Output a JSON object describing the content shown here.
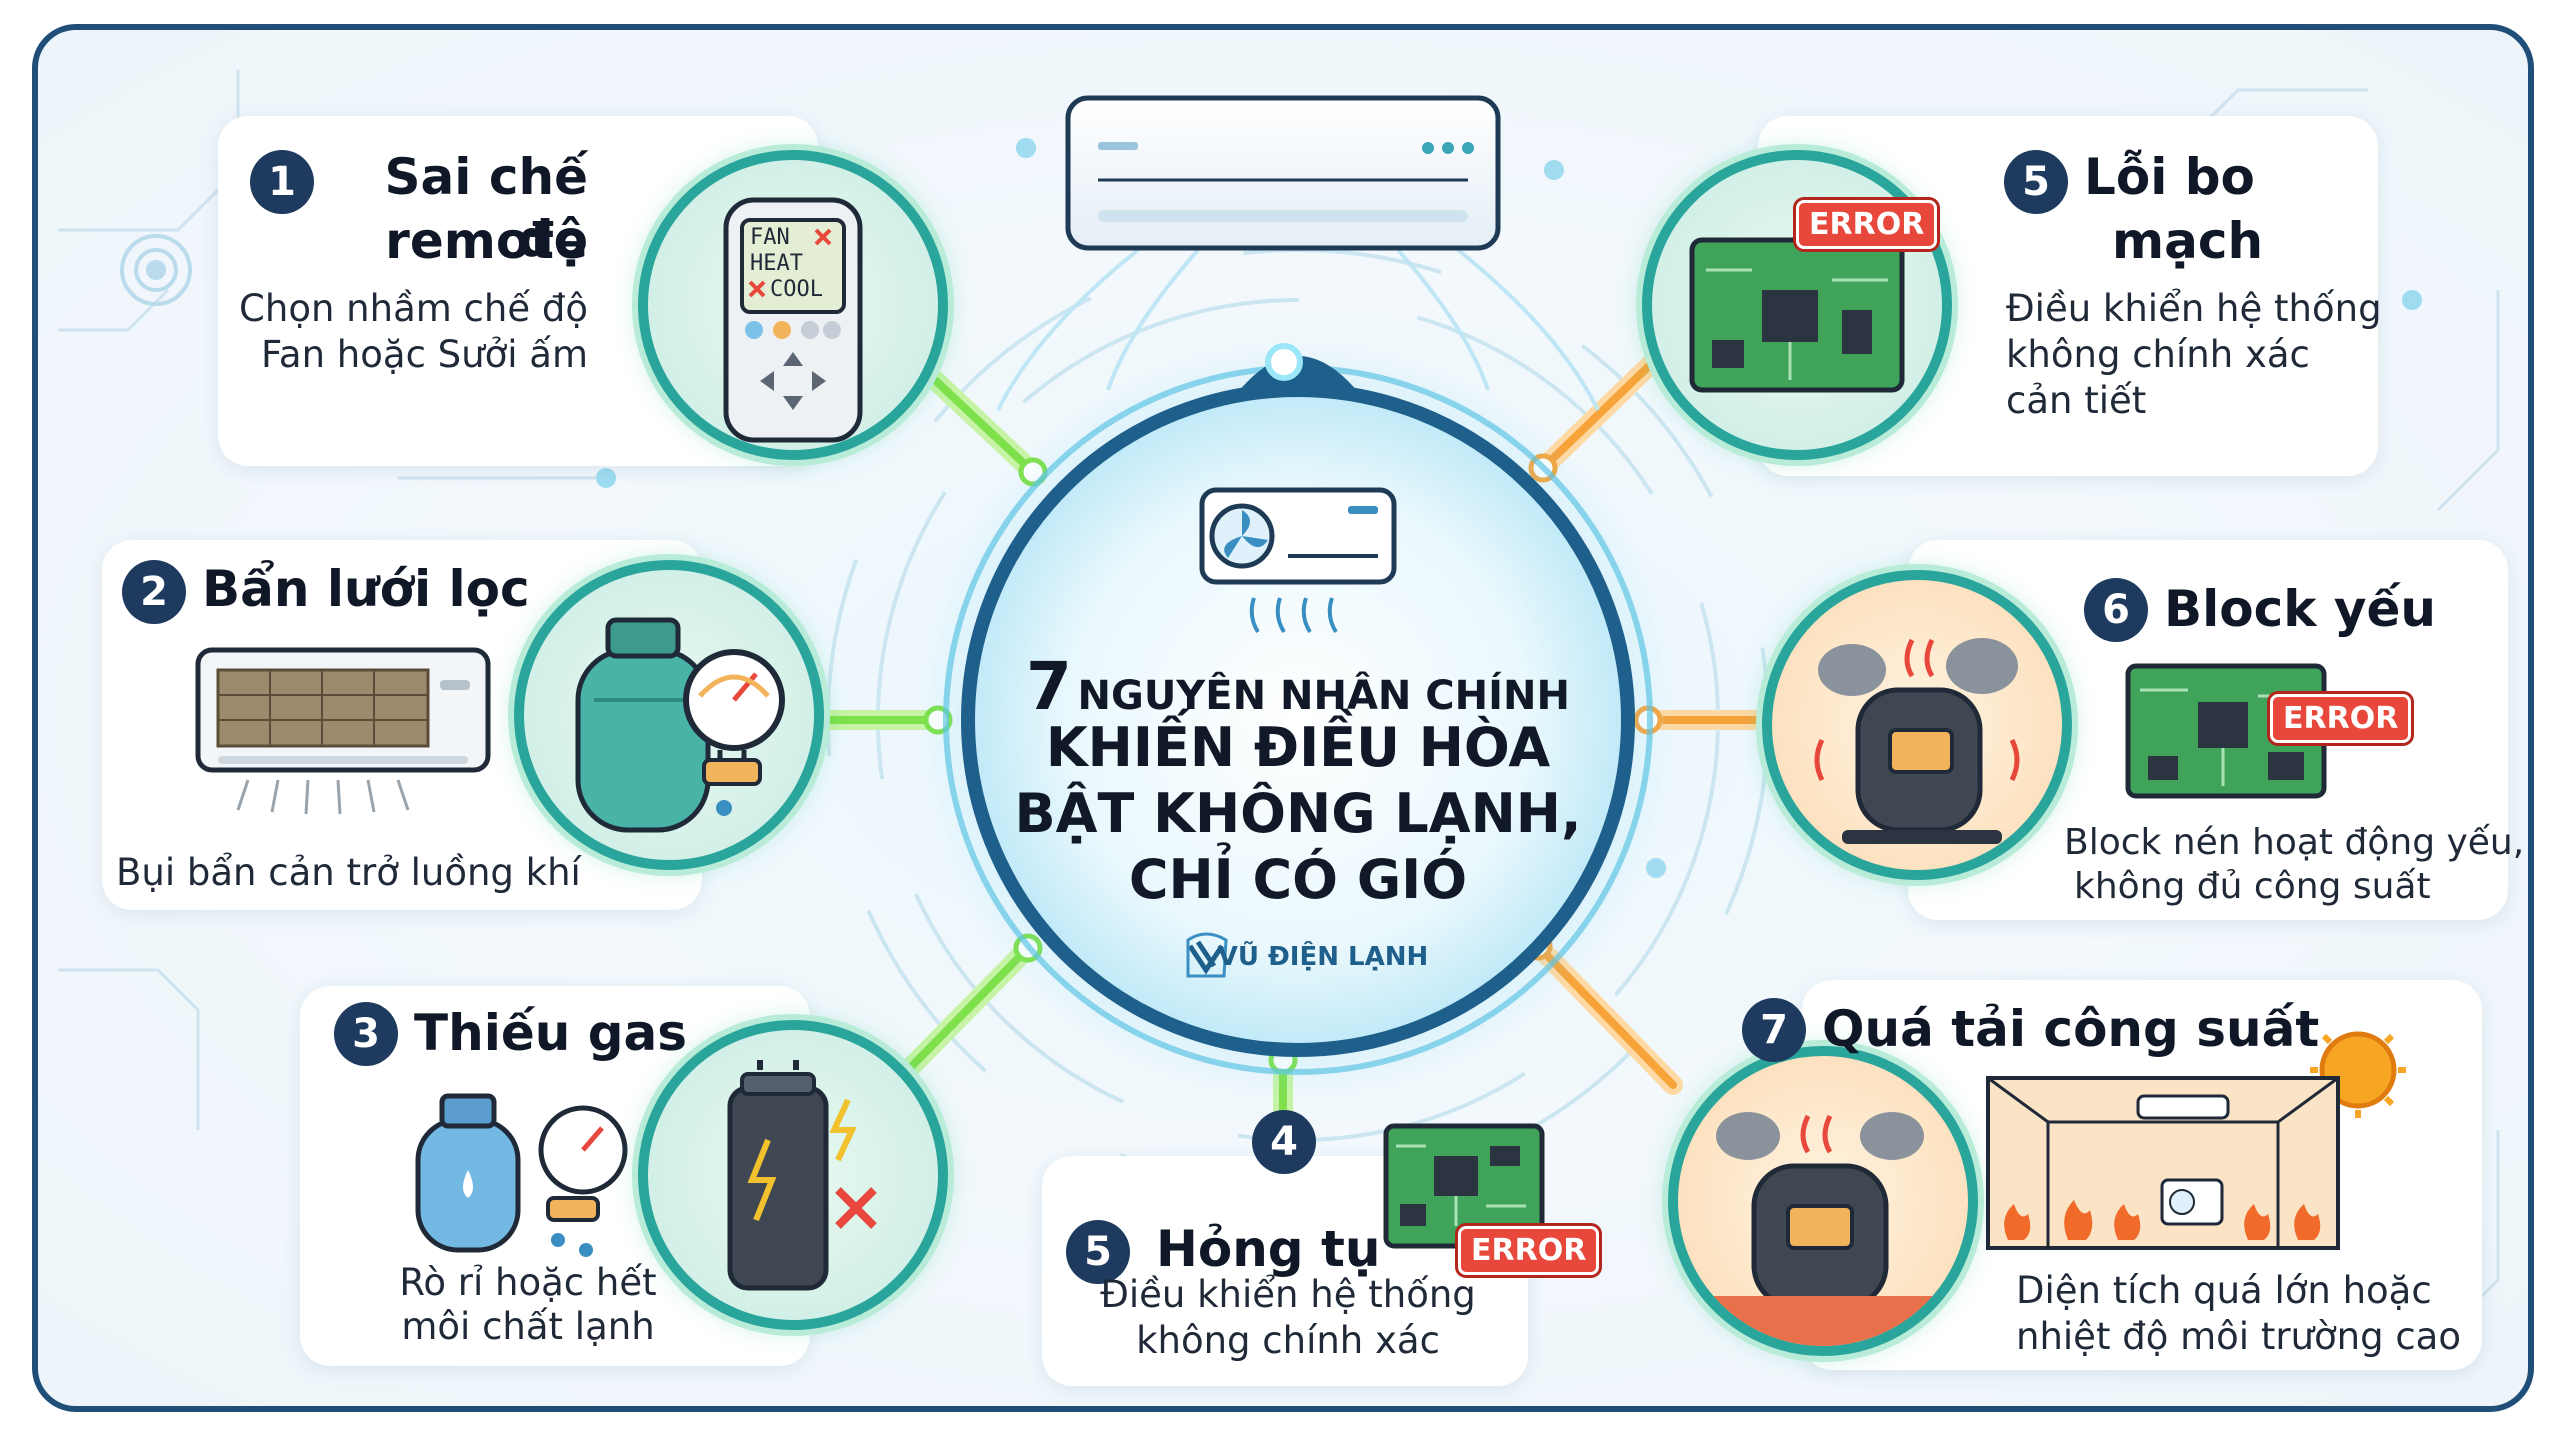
{
  "hub": {
    "number": "7",
    "line1": "NGUYÊN NHÂN CHÍNH",
    "line2": "KHIẾN ĐIỀU HÒA",
    "line3": "BẬT KHÔNG LẠNH,",
    "line4": "CHỈ CÓ GIÓ",
    "brand": "VŨ ĐIỆN LẠNH"
  },
  "causes": [
    {
      "number": "1",
      "title_l1": "Sai chế độ",
      "title_l2": "remote",
      "desc_l1": "Chọn nhầm chế độ",
      "desc_l2": "Fan hoặc Sưởi ấm",
      "remote_labels": {
        "fan": "FAN",
        "heat": "HEAT",
        "cool": "COOL"
      }
    },
    {
      "number": "2",
      "title": "Bẩn lưới lọc",
      "desc": "Bụi bẩn cản trở luồng khí"
    },
    {
      "number": "3",
      "title": "Thiếu gas",
      "desc_l1": "Rò rỉ hoặc hết",
      "desc_l2": "môi chất lạnh"
    },
    {
      "number": "4",
      "badge2": "5",
      "title": "Hỏng tụ",
      "desc_l1": "Điều khiển hệ thống",
      "desc_l2": "không chính xác",
      "error": "ERROR"
    },
    {
      "number": "5",
      "title_l1": "Lỗi bo",
      "title_l2": "mạch",
      "desc_l1": "Điều khiển hệ thống",
      "desc_l2": "không chính xác",
      "desc_l3": "cản tiết",
      "error": "ERROR"
    },
    {
      "number": "6",
      "title": "Block yếu",
      "desc_l1": "Block nén hoạt động yếu,",
      "desc_l2": "không đủ công suất",
      "error": "ERROR"
    },
    {
      "number": "7",
      "title": "Quá tải công suất",
      "desc_l1": "Diện tích quá lớn hoặc",
      "desc_l2": "nhiệt độ môi trường cao"
    }
  ],
  "colors": {
    "frame": "#1f4f78",
    "badge": "#1e3a5f",
    "green_glow": "#7ee04a",
    "orange_glow": "#f6a33a",
    "hub_ring": "#1f5f8b",
    "error": "#e8483c"
  }
}
